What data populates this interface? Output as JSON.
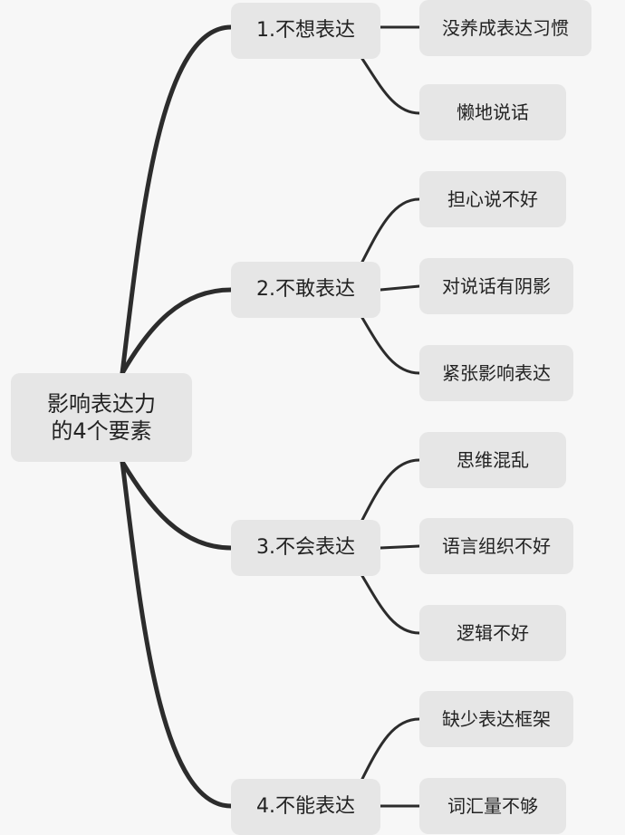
{
  "mindmap": {
    "root": {
      "label": "影响表达力\n的4个要素"
    },
    "branches": [
      {
        "label": "1.不想表达",
        "children": [
          "没养成表达习惯",
          "懒地说话"
        ]
      },
      {
        "label": "2.不敢表达",
        "children": [
          "担心说不好",
          "对说话有阴影",
          "紧张影响表达"
        ]
      },
      {
        "label": "3.不会表达",
        "children": [
          "思维混乱",
          "语言组织不好",
          "逻辑不好"
        ]
      },
      {
        "label": "4.不能表达",
        "children": [
          "缺少表达框架",
          "词汇量不够"
        ]
      }
    ]
  }
}
